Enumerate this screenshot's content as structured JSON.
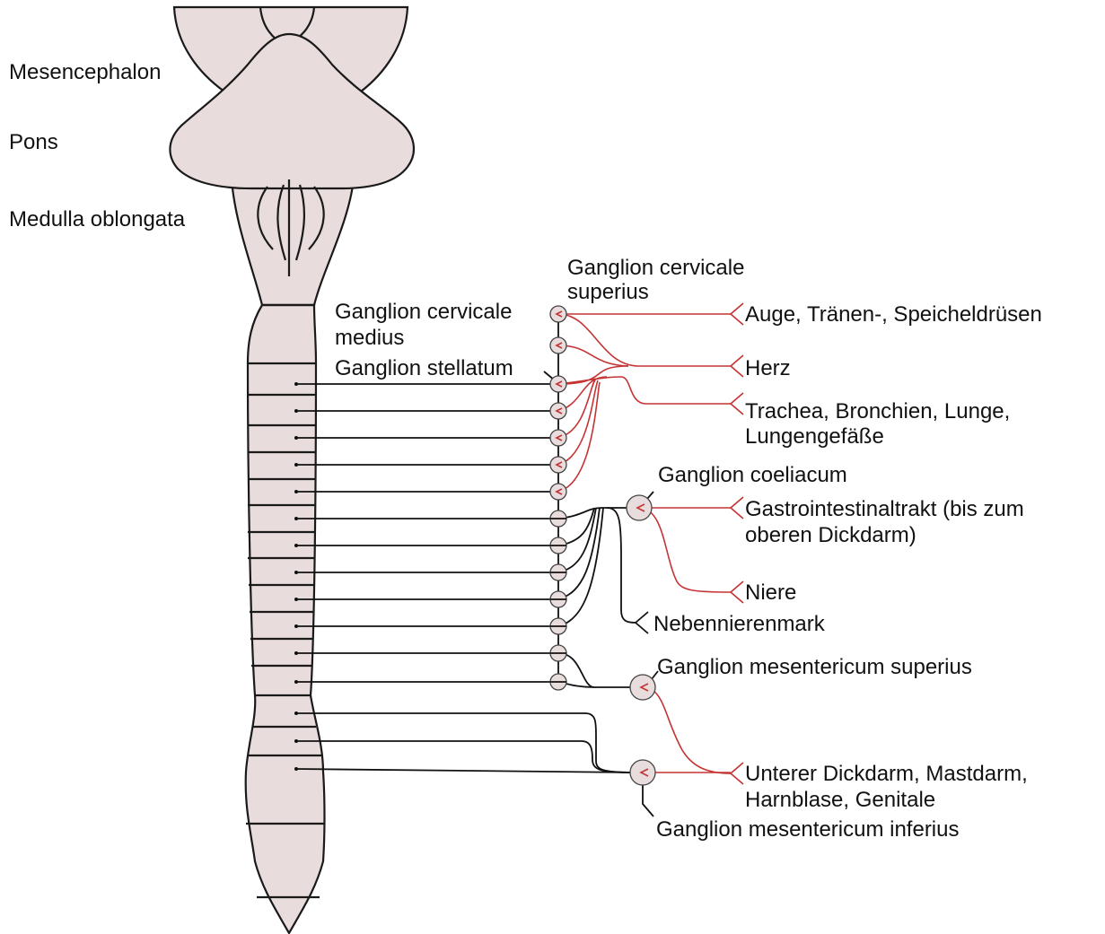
{
  "labels": {
    "mesencephalon": "Mesencephalon",
    "pons": "Pons",
    "medulla": "Medulla oblongata",
    "gcs_line1": "Ganglion cervicale",
    "gcs_line2": "superius",
    "gcm_line1": "Ganglion cervicale",
    "gcm_line2": "medius",
    "stellatum": "Ganglion stellatum",
    "coeliacum": "Ganglion coeliacum",
    "nebennierenmark": "Nebennierenmark",
    "mes_sup": "Ganglion mesentericum superius",
    "mes_inf": "Ganglion mesentericum inferius"
  },
  "targets": {
    "auge": "Auge, Tränen-, Speicheldrüsen",
    "herz": "Herz",
    "trachea_line1": "Trachea, Bronchien, Lunge,",
    "trachea_line2": "Lungengefäße",
    "gi_line1": "Gastrointestinaltrakt (bis zum",
    "gi_line2": "oberen Dickdarm)",
    "niere": "Niere",
    "dickdarm_line1": "Unterer Dickdarm, Mastdarm,",
    "dickdarm_line2": "Harnblase, Genitale"
  },
  "colors": {
    "tissue": "#e8dcdc",
    "outline": "#1a1a1a",
    "preganglionic": "#111111",
    "postganglionic": "#c53333"
  }
}
